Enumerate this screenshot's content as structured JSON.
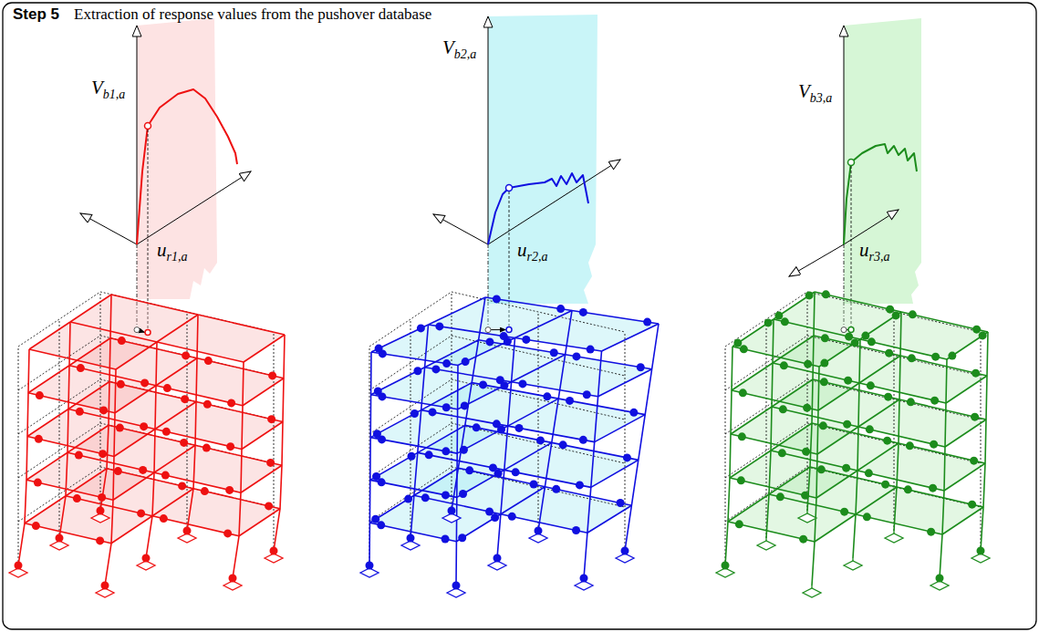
{
  "diagram": {
    "title": "Step 5",
    "labels": [
      "Extraction of response values from the pushover database",
      "V",
      "b1,a",
      "u",
      "r1,a",
      "V",
      "b2,a",
      "u",
      "r2,a",
      "V",
      "b3,a",
      "u",
      "r3,a"
    ]
  }
}
